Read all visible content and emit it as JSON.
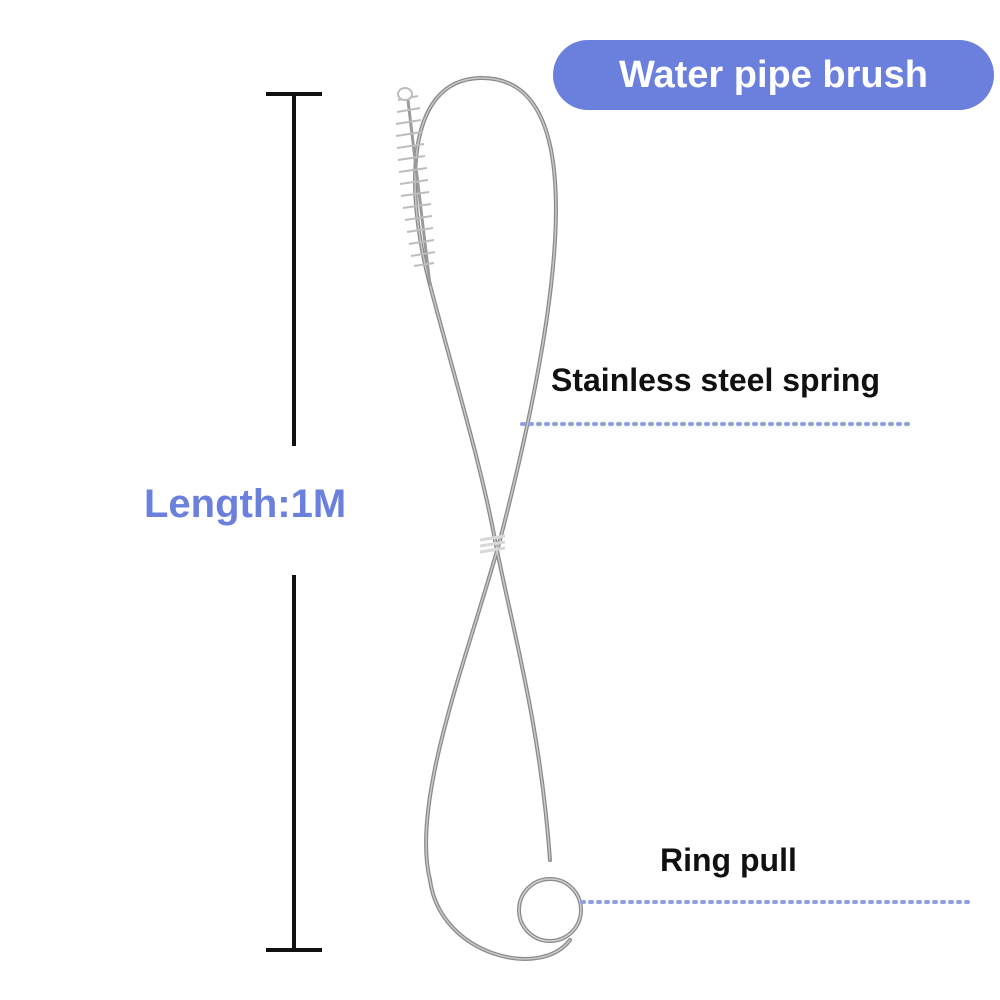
{
  "title": "Water pipe brush",
  "dimension": {
    "label": "Length:1M"
  },
  "callouts": {
    "spring": "Stainless steel spring",
    "ring": "Ring pull"
  },
  "colors": {
    "accent": "#6b7fdc",
    "wire": "#8a8a8a",
    "dimension_bar": "#111111",
    "text": "#111111"
  }
}
